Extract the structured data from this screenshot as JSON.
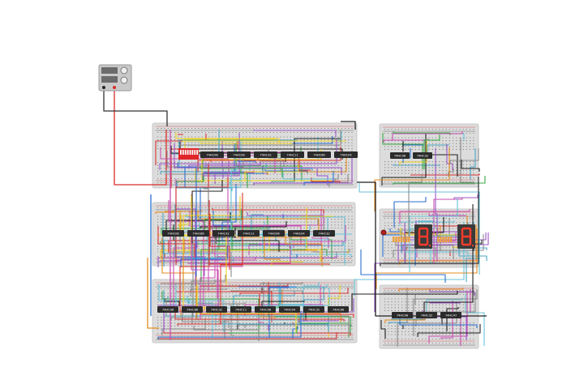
{
  "colors": {
    "board": "#dcdcdc",
    "board_edge": "#c8c8c8",
    "hole": "#8a8a8a",
    "rail_red": "#d92b2b",
    "rail_black": "#333333",
    "chip": "#2b2b2b",
    "chip_text": "#ffffff",
    "seg_on": "#ff3b2b",
    "dip_body": "#e0262a",
    "wire_palette": [
      "#d9322f",
      "#1f1f1f",
      "#39a845",
      "#2b6fd1",
      "#9b55c8",
      "#e58b1f",
      "#f0d21e",
      "#67c3d9",
      "#c94fb2",
      "#8a8a8a",
      "#4aa6c6"
    ]
  },
  "power_supply": {
    "icon": "power-supply-icon"
  },
  "dip_switch": {
    "icon": "dip-switch-icon",
    "positions": 8
  },
  "boards": [
    {
      "id": "board-1",
      "chips": [
        "74HC08",
        "74HC08",
        "74HC32",
        "74HC11",
        "74HC86",
        "74HC04"
      ]
    },
    {
      "id": "board-2",
      "chips": [
        "74HC08",
        "74HC86",
        "74HC32",
        "74HC11",
        "74HC08",
        "74HC04",
        "74HC32"
      ]
    },
    {
      "id": "board-3",
      "chips": [
        "74HC08",
        "74HC86",
        "74HC32",
        "74HC11",
        "74HC08",
        "74HC04",
        "74HC32",
        "74HC86"
      ]
    },
    {
      "id": "board-4",
      "chips": [
        "74HC08",
        "74HC32"
      ]
    },
    {
      "id": "board-5",
      "chips": [],
      "displays": [
        "8",
        "8"
      ]
    },
    {
      "id": "board-6",
      "chips": [
        "74HC08",
        "74HC32",
        "74HC47"
      ]
    }
  ]
}
